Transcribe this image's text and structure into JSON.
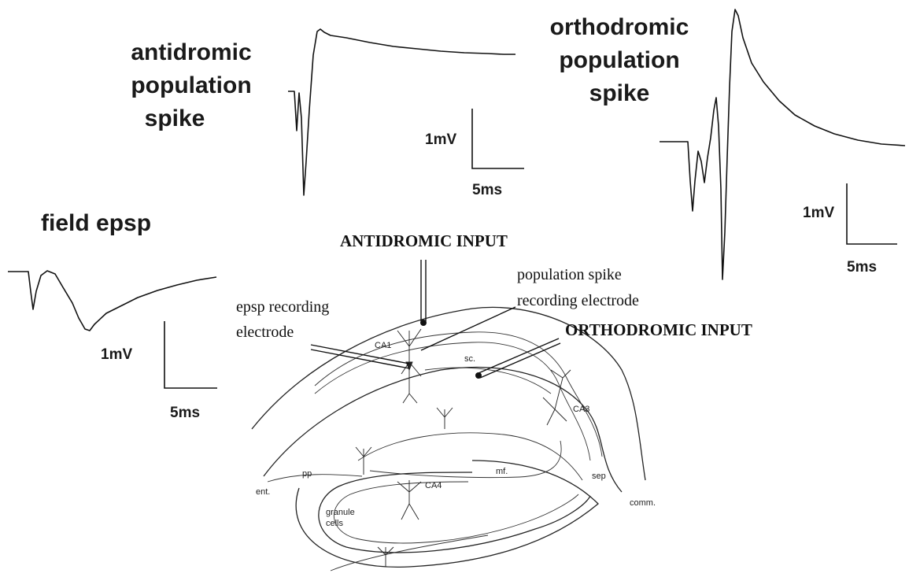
{
  "traces": {
    "antidromic": {
      "title_lines": [
        "antidromic",
        "population",
        "spike"
      ],
      "scale_v": "1mV",
      "scale_t": "5ms"
    },
    "orthodromic": {
      "title_lines": [
        "orthodromic",
        "population",
        "spike"
      ],
      "scale_v": "1mV",
      "scale_t": "5ms"
    },
    "field": {
      "title": "field epsp",
      "scale_v": "1mV",
      "scale_t": "5ms"
    }
  },
  "diagram": {
    "antidromic_input": "ANTIDROMIC INPUT",
    "orthodromic_input": "ORTHODROMIC INPUT",
    "pop_spike_electrode_lines": [
      "population spike",
      "recording electrode"
    ],
    "epsp_electrode_lines": [
      "epsp recording",
      "electrode"
    ],
    "regions": {
      "ca1": "CA1",
      "ca3": "CA3",
      "ca4": "CA4",
      "sc": "sc.",
      "mf": "mf.",
      "pp": "pp",
      "ent": "ent.",
      "sep": "sep",
      "comm": "comm.",
      "granule_cells": [
        "granule",
        "cells"
      ]
    }
  }
}
